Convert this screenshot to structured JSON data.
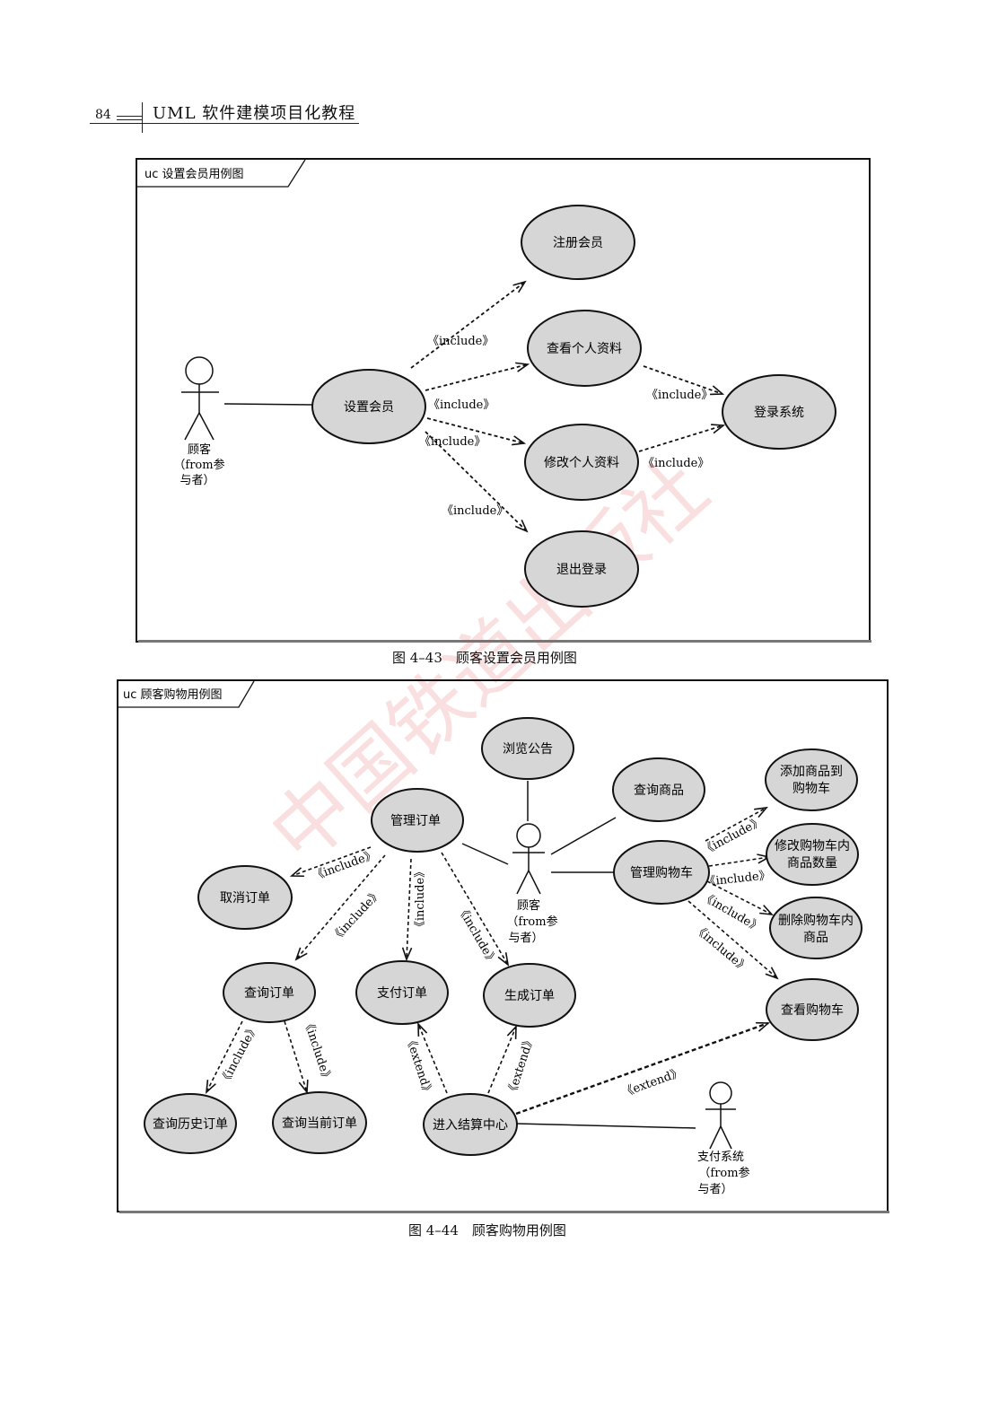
{
  "header": {
    "page_number": "84",
    "book_title": "UML 软件建模项目化教程"
  },
  "diagram1": {
    "frame_label": "uc 设置会员用例图",
    "caption": "图 4–43　顾客设置会员用例图",
    "actor": {
      "lines": [
        "顾客",
        "（from参",
        "与者）"
      ]
    },
    "use_cases": {
      "register": "注册会员",
      "view_profile": "查看个人资料",
      "set_member": "设置会员",
      "edit_profile": "修改个人资料",
      "login": "登录系统",
      "logout": "退出登录"
    },
    "rel_labels": {
      "inc1": "《include》",
      "inc2": "《include》",
      "inc3": "《include》",
      "inc4": "《include》",
      "inc5": "《include》",
      "inc6": "《include》"
    }
  },
  "diagram2": {
    "frame_label": "uc 顾客购物用例图",
    "caption": "图 4–44　顾客购物用例图",
    "actor_customer": {
      "lines": [
        "顾客",
        "（from参",
        "与者）"
      ]
    },
    "actor_payment": {
      "lines": [
        "支付系统",
        "（from参",
        "与者）"
      ]
    },
    "use_cases": {
      "browse": "浏览公告",
      "search_goods": "查询商品",
      "manage_order": "管理订单",
      "add_cart": [
        "添加商品到",
        "购物车"
      ],
      "edit_cart": [
        "修改购物车内",
        "商品数量"
      ],
      "manage_cart": "管理购物车",
      "cancel_order": "取消订单",
      "delete_cart": [
        "删除购物车内",
        "商品"
      ],
      "query_order": "查询订单",
      "pay_order": "支付订单",
      "gen_order": "生成订单",
      "view_cart": "查看购物车",
      "history_order": "查询历史订单",
      "current_order": "查询当前订单",
      "checkout": "进入结算中心"
    },
    "rel_labels": {
      "mo_cancel": "《include》",
      "mo_query": "《include》",
      "mo_pay": "《include》",
      "mo_gen": "《include》",
      "mc_add": "《include》",
      "mc_edit": "《include》",
      "mc_del": "《include》",
      "mc_view": "《include》",
      "qo_hist": "《include》",
      "qo_cur": "《include》",
      "co_pay": "《extend》",
      "co_gen": "《extend》",
      "co_view": "《extend》"
    }
  },
  "watermark": "中国铁道出版社",
  "colors": {
    "ellipse_fill": "#d6d6d6",
    "stroke": "#111111",
    "watermark": "#f2b8b8"
  }
}
